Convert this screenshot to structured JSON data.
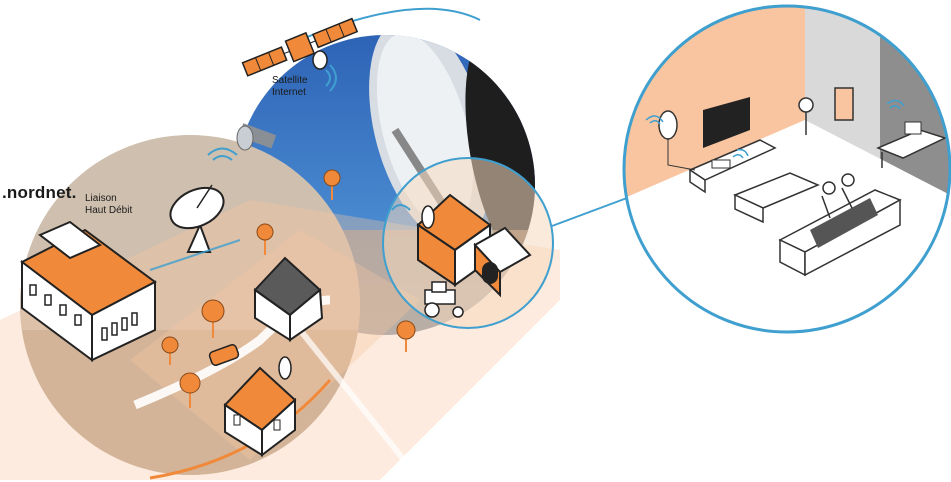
{
  "labels": {
    "brand": ".nordnet.",
    "liaison_line1": "Liaison",
    "liaison_line2": "Haut Débit",
    "satellite_line1": "Satellite",
    "satellite_line2": "Internet"
  },
  "colors": {
    "orange": "#f08a3a",
    "peach": "#f5c7a0",
    "circle_blue": "#3f9fcf",
    "sky_blue": "#2a73c8",
    "house_grey": "#5a5a5a",
    "wall_grey": "#d9d9d9"
  },
  "icons": [
    "satellite-icon",
    "dish-antenna-icon",
    "wifi-signal-icon",
    "tractor-icon",
    "car-icon",
    "tree-icon",
    "television-icon",
    "sofa-icon",
    "laptop-icon"
  ]
}
